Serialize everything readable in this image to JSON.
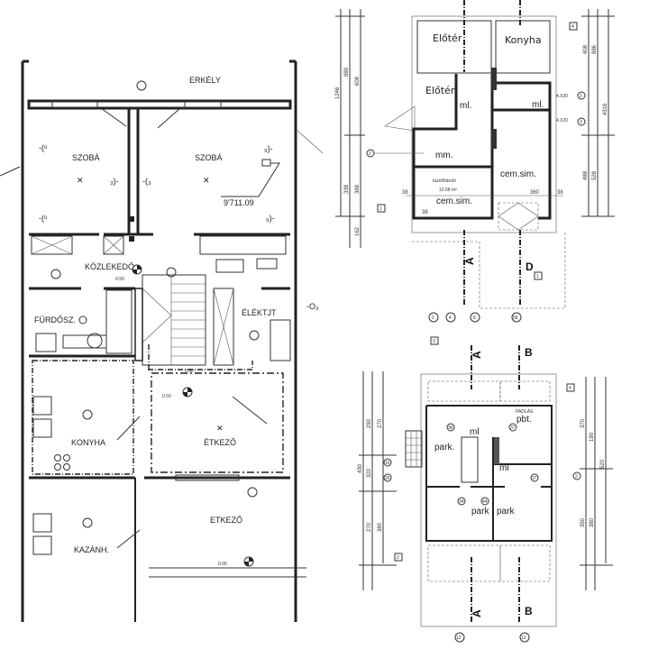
{
  "left_plan": {
    "rooms": {
      "balcony": "ERKÉLY",
      "room_left": "SZOBÁ",
      "room_right": "SZOBÁ",
      "hallway": "KÖZLEKEDŐ",
      "bathroom": "FÜRDŐSZ.",
      "electrical": "ÉLÉKTJT",
      "kitchen": "KONYHA",
      "dining": "ÉTKEZŐ",
      "dining_outside": "ETKEZŐ",
      "boiler_room": "KAZÁNH."
    },
    "levels": {
      "room_level": "9'711.09",
      "hall_level": "0.90",
      "stair_level": "0.90",
      "dining_level": "0.50",
      "ground_level": "0.00"
    }
  },
  "top_right_plan": {
    "rooms": {
      "entry_1": "Előtér",
      "kitchen": "Konyha",
      "entry_2": "Előtér",
      "ml_1": "ml.",
      "ml_2": "ml.",
      "mm": "mm.",
      "storage": "tüzelőtároló",
      "storage_area": "12.68 m²",
      "floor_1": "cem.sim.",
      "floor_2": "cem.sim."
    },
    "dims_left": [
      "1246",
      "889",
      "608",
      "338",
      "388",
      "162"
    ],
    "dims_right": [
      "886",
      "408",
      "528",
      "488",
      "4316"
    ],
    "dims_bottom": [
      "38",
      "38",
      "38",
      "38",
      "360"
    ],
    "windows": [
      "4.X20",
      "4.X20"
    ],
    "axis_markers": [
      "2",
      "4",
      "8",
      "58"
    ],
    "side_markers": [
      "2",
      "2",
      "3"
    ],
    "boxes": [
      "4",
      "1",
      "1",
      "3"
    ],
    "sections": [
      "A",
      "D"
    ]
  },
  "bottom_right_plan": {
    "rooms": {
      "attic": "PADLÁS",
      "pbt": "pbt.",
      "park_1": "park.",
      "ml_1": "ml",
      "ml_2": "ml",
      "park_2": "park",
      "park_3": "park"
    },
    "dims_left": [
      "430",
      "290",
      "270",
      "320",
      "270",
      "380"
    ],
    "dims_right": [
      "370",
      "190",
      "520",
      "350",
      "380"
    ],
    "axis_markers": [
      "12",
      "12"
    ],
    "side_markers": [
      "16",
      "26",
      "2"
    ],
    "circle_labels": [
      "36",
      "37",
      "34",
      "37",
      "44"
    ],
    "boxes": [
      "4",
      "2"
    ],
    "sections": [
      "A",
      "B",
      "A",
      "B"
    ]
  }
}
